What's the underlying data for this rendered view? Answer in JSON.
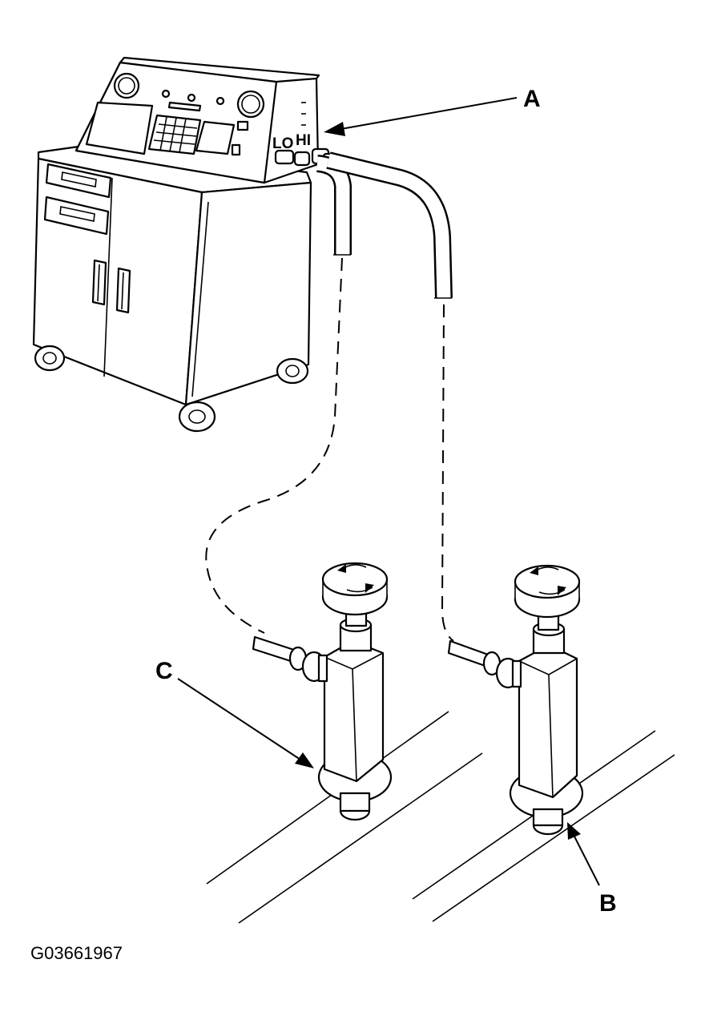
{
  "callouts": {
    "a": "A",
    "b": "B",
    "c": "C"
  },
  "ports": {
    "lo": "LO",
    "hi": "HI"
  },
  "figure_id": "G03661967"
}
